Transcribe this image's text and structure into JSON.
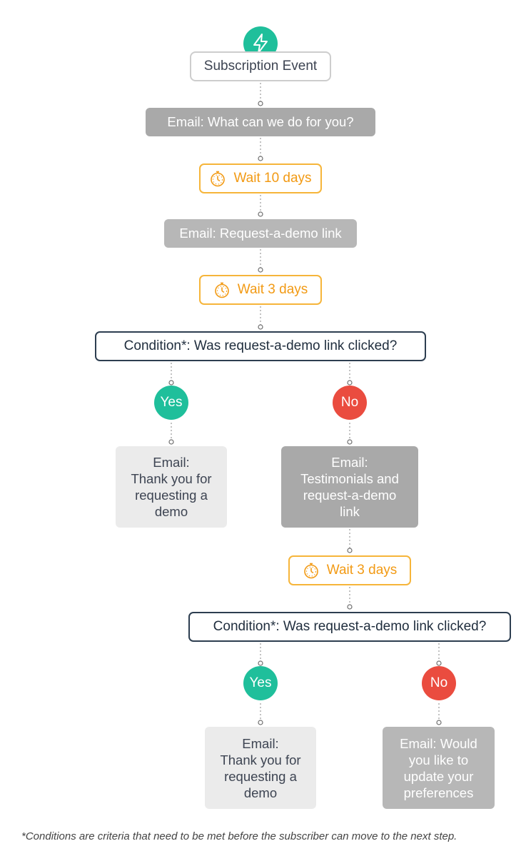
{
  "trigger": {
    "label": "Subscription Event",
    "icon": "lightning-bolt-icon"
  },
  "steps": {
    "email_1": "Email: What can we do for you?",
    "wait_1": "Wait 10 days",
    "email_2": "Email: Request-a-demo link",
    "wait_2": "Wait 3 days",
    "condition_1": "Condition*: Was request-a-demo link clicked?",
    "yes_1": "Yes",
    "no_1": "No",
    "email_yes_1": [
      "Email:",
      "Thank you for",
      "requesting a",
      "demo"
    ],
    "email_no_1": [
      "Email:",
      "Testimonials and",
      "request-a-demo",
      "link"
    ],
    "wait_3": "Wait 3 days",
    "condition_2": "Condition*: Was request-a-demo link clicked?",
    "yes_2": "Yes",
    "no_2": "No",
    "email_yes_2": [
      "Email:",
      "Thank you for",
      "requesting a",
      "demo"
    ],
    "email_no_2": [
      "Email: Would",
      "you like to",
      "update your",
      "preferences"
    ]
  },
  "footnote": "*Conditions are criteria that need to be met before the subscriber can move to the next step.",
  "colors": {
    "accent_green": "#1fbf9b",
    "accent_red": "#ea4c3f",
    "wait_orange": "#f29a14",
    "condition_border": "#2d3e50",
    "email_gray": "#a9a9a9",
    "email_light": "#ebebeb"
  }
}
